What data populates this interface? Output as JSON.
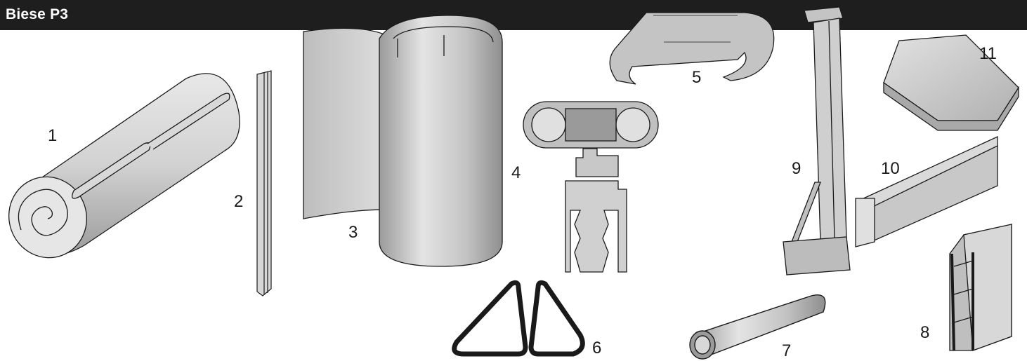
{
  "header": {
    "title": "Biese P3"
  },
  "parts": [
    {
      "number": "1",
      "icon": "insulation-roll-icon"
    },
    {
      "number": "2",
      "icon": "h-profile-strip-icon"
    },
    {
      "number": "3",
      "icon": "liner-sheet-roll-icon"
    },
    {
      "number": "4",
      "icon": "coping-profile-icon"
    },
    {
      "number": "5",
      "icon": "top-cap-icon"
    },
    {
      "number": "6",
      "icon": "triangle-profile-icon"
    },
    {
      "number": "7",
      "icon": "tube-icon"
    },
    {
      "number": "8",
      "icon": "u-edge-profile-icon"
    },
    {
      "number": "9",
      "icon": "vertical-support-post-icon"
    },
    {
      "number": "10",
      "icon": "steel-beam-icon"
    },
    {
      "number": "11",
      "icon": "base-plate-icon"
    }
  ],
  "colors": {
    "header_bg": "#1e1e1e",
    "header_text": "#ffffff",
    "part_fill": "#c9c9c9",
    "outline": "#1a1a1a"
  }
}
